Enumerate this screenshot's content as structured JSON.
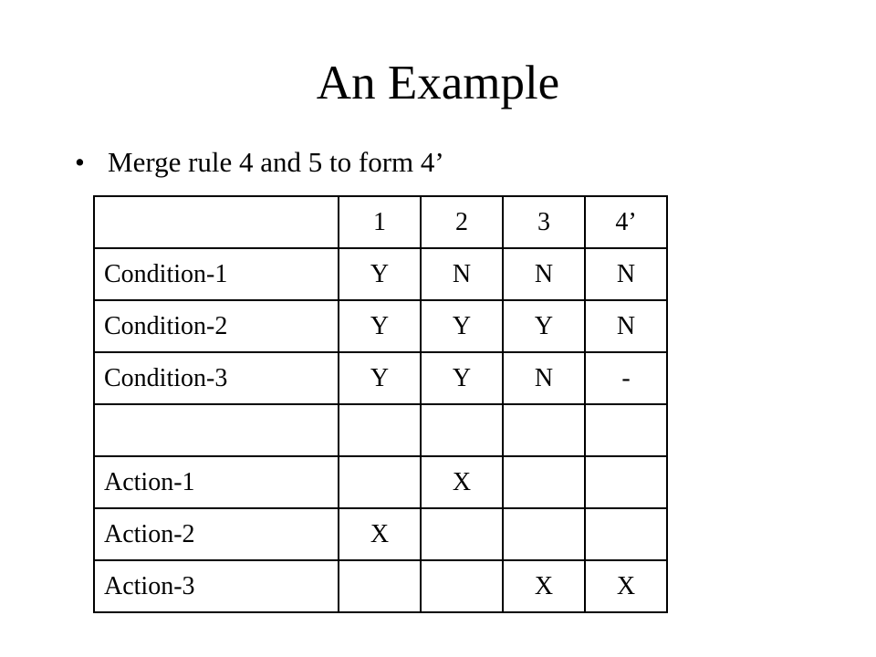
{
  "slide": {
    "title": "An Example",
    "bullet": "•",
    "bullet_text": "Merge rule 4 and 5 to form 4’"
  },
  "table": {
    "header": [
      "",
      "1",
      "2",
      "3",
      "4’"
    ],
    "rows": [
      [
        "Condition-1",
        "Y",
        "N",
        "N",
        "N"
      ],
      [
        "Condition-2",
        "Y",
        "Y",
        "Y",
        "N"
      ],
      [
        "Condition-3",
        "Y",
        "Y",
        "N",
        "-"
      ],
      [
        "",
        "",
        "",
        "",
        ""
      ],
      [
        "Action-1",
        "",
        "X",
        "",
        ""
      ],
      [
        "Action-2",
        "X",
        "",
        "",
        ""
      ],
      [
        "Action-3",
        "",
        "",
        "X",
        "X"
      ]
    ]
  }
}
